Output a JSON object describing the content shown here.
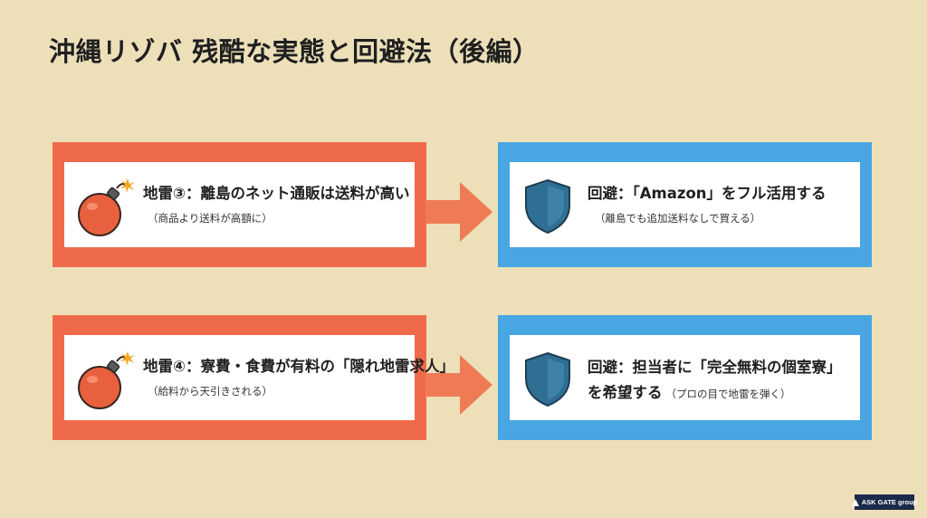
{
  "title": "沖縄リゾバ 残酷な実態と回避法（後編）",
  "rows": [
    {
      "mine": {
        "main": "地雷③：離島のネット通販は送料が高い",
        "sub": "（商品より送料が高額に）"
      },
      "avoid": {
        "main": "回避：「Amazon」をフル活用する",
        "sub": "（離島でも追加送料なしで買える）"
      }
    },
    {
      "mine": {
        "main": "地雷④：寮費・食費が有料の「隠れ地雷求人」",
        "sub": "（給料から天引きされる）"
      },
      "avoid": {
        "main": "回避：担当者に「完全無料の個室寮」",
        "line2": "を希望する",
        "line2_small": "（プロの目で地雷を弾く）"
      }
    }
  ],
  "icons": {
    "bomb": "bomb-icon",
    "shield": "shield-icon",
    "arrow": "arrow-right-icon"
  },
  "colors": {
    "background": "#ede0b9",
    "mine_frame": "#ef6a4a",
    "avoid_frame": "#48a6e3",
    "arrow": "#ef7b55",
    "shield": "#2f6f94",
    "bomb": "#e8603e"
  },
  "logo": {
    "text": "ASK GATE group"
  }
}
